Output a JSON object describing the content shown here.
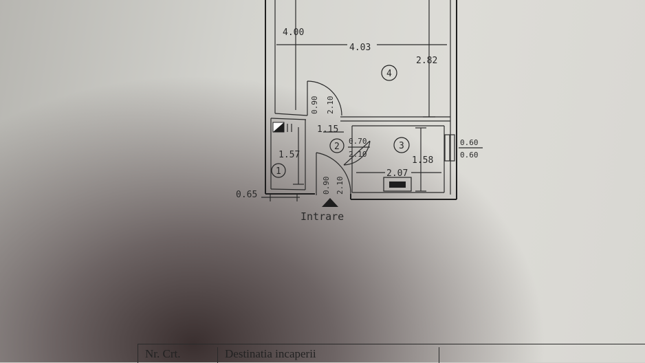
{
  "plan": {
    "dimensions": {
      "room4_width": "4.00",
      "room4_inner_width": "4.03",
      "room4_depth": "2.82",
      "hall_width": "1.15",
      "bath_depth": "1.57",
      "kitchen_depth": "1.58",
      "kitchen_width": "2.07",
      "left_offset": "0.65"
    },
    "doors": {
      "door_room4_w": "0.90",
      "door_room4_h": "2.10",
      "door_kitchen_w": "0.70",
      "door_kitchen_h": "2.10",
      "door_entry_w": "0.90",
      "door_entry_h": "2.10"
    },
    "window": {
      "width": "0.60",
      "height": "0.60"
    },
    "rooms": {
      "r1": "1",
      "r2": "2",
      "r3": "3",
      "r4": "4"
    },
    "entrance_label": "Intrare"
  },
  "table": {
    "headers": [
      "Nr. Crt.",
      "Destinatia incaperii"
    ]
  }
}
